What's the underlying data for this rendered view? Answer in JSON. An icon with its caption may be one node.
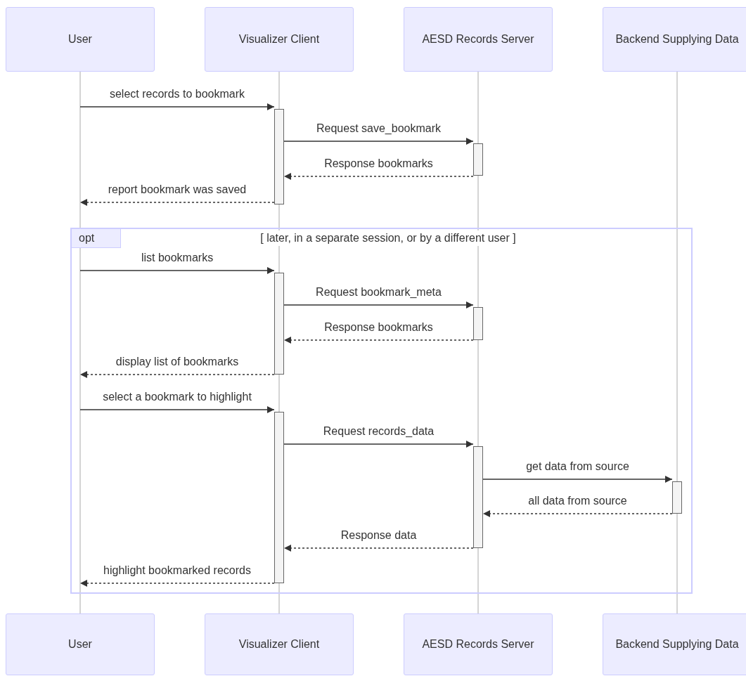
{
  "diagram": {
    "nodes": [
      {
        "text": [
          "User"
        ]
      },
      {
        "text": [
          "Visualizer Client"
        ]
      },
      {
        "text": [
          "AESD Records Server"
        ]
      },
      {
        "text": [
          "Backend Supplying Data"
        ]
      },
      {
        "text": [],
        "shape": "bar"
      },
      {
        "text": [],
        "shape": "bar"
      },
      {
        "text": [
          "opt",
          "[ later, in a separate session, or by a different user ]"
        ]
      },
      {
        "text": [],
        "shape": "bar",
        "in": 6
      },
      {
        "text": [],
        "shape": "bar",
        "in": 6
      },
      {
        "text": [],
        "shape": "bar",
        "in": 6
      },
      {
        "text": [],
        "shape": "bar",
        "in": 6
      },
      {
        "text": [],
        "shape": "bar",
        "in": 6
      },
      {
        "text": [
          "User"
        ]
      },
      {
        "text": [
          "Visualizer Client"
        ]
      },
      {
        "text": [
          "AESD Records Server"
        ]
      },
      {
        "text": [
          "Backend Supplying Data"
        ]
      }
    ],
    "edges": [
      {
        "from": 0,
        "to": 12,
        "arrow": "none",
        "color": "#aaaaaa"
      },
      {
        "from": 1,
        "to": 4,
        "arrow": "none",
        "color": "#aaaaaa"
      },
      {
        "from": 4,
        "to": 7,
        "arrow": "none",
        "color": "#aaaaaa"
      },
      {
        "from": 7,
        "to": 9,
        "arrow": "none",
        "color": "#aaaaaa"
      },
      {
        "from": 9,
        "to": 13,
        "arrow": "none",
        "color": "#aaaaaa"
      },
      {
        "from": 2,
        "to": 5,
        "arrow": "none",
        "color": "#aaaaaa"
      },
      {
        "from": 5,
        "to": 8,
        "arrow": "none",
        "color": "#aaaaaa"
      },
      {
        "from": 8,
        "to": 10,
        "arrow": "none",
        "color": "#aaaaaa"
      },
      {
        "from": 10,
        "to": 14,
        "arrow": "none",
        "color": "#aaaaaa"
      },
      {
        "from": 3,
        "to": 11,
        "arrow": "none",
        "color": "#aaaaaa"
      },
      {
        "from": 11,
        "to": 15,
        "arrow": "none",
        "color": "#aaaaaa"
      },
      {
        "from": null,
        "to": 4,
        "arrow": "to",
        "label": "select records to bookmark"
      },
      {
        "from": 4,
        "to": 5,
        "arrow": "to",
        "label": "Request save_bookmark"
      },
      {
        "from": 5,
        "to": 4,
        "arrow": "to",
        "label": "Response bookmarks",
        "style": "dashed"
      },
      {
        "from": 4,
        "to": null,
        "arrow": "to",
        "label": "report bookmark was saved",
        "style": "dashed"
      },
      {
        "from": null,
        "to": 7,
        "arrow": "to",
        "label": "list bookmarks"
      },
      {
        "from": 7,
        "to": 8,
        "arrow": "to",
        "label": "Request bookmark_meta"
      },
      {
        "from": 8,
        "to": 7,
        "arrow": "to",
        "label": "Response bookmarks",
        "style": "dashed"
      },
      {
        "from": 7,
        "to": null,
        "arrow": "to",
        "label": "display list of bookmarks",
        "style": "dashed"
      },
      {
        "from": null,
        "to": 9,
        "arrow": "to",
        "label": "select a bookmark to highlight"
      },
      {
        "from": 9,
        "to": 10,
        "arrow": "to",
        "label": "Request records_data"
      },
      {
        "from": 10,
        "to": 11,
        "arrow": "to",
        "label": "get data from source"
      },
      {
        "from": 11,
        "to": 10,
        "arrow": "to",
        "label": "all data from source",
        "style": "dashed"
      },
      {
        "from": 10,
        "to": 9,
        "arrow": "to",
        "label": "Response data",
        "style": "dashed"
      },
      {
        "from": 9,
        "to": null,
        "arrow": "to",
        "label": "highlight bookmarked records",
        "style": "dashed"
      }
    ]
  }
}
